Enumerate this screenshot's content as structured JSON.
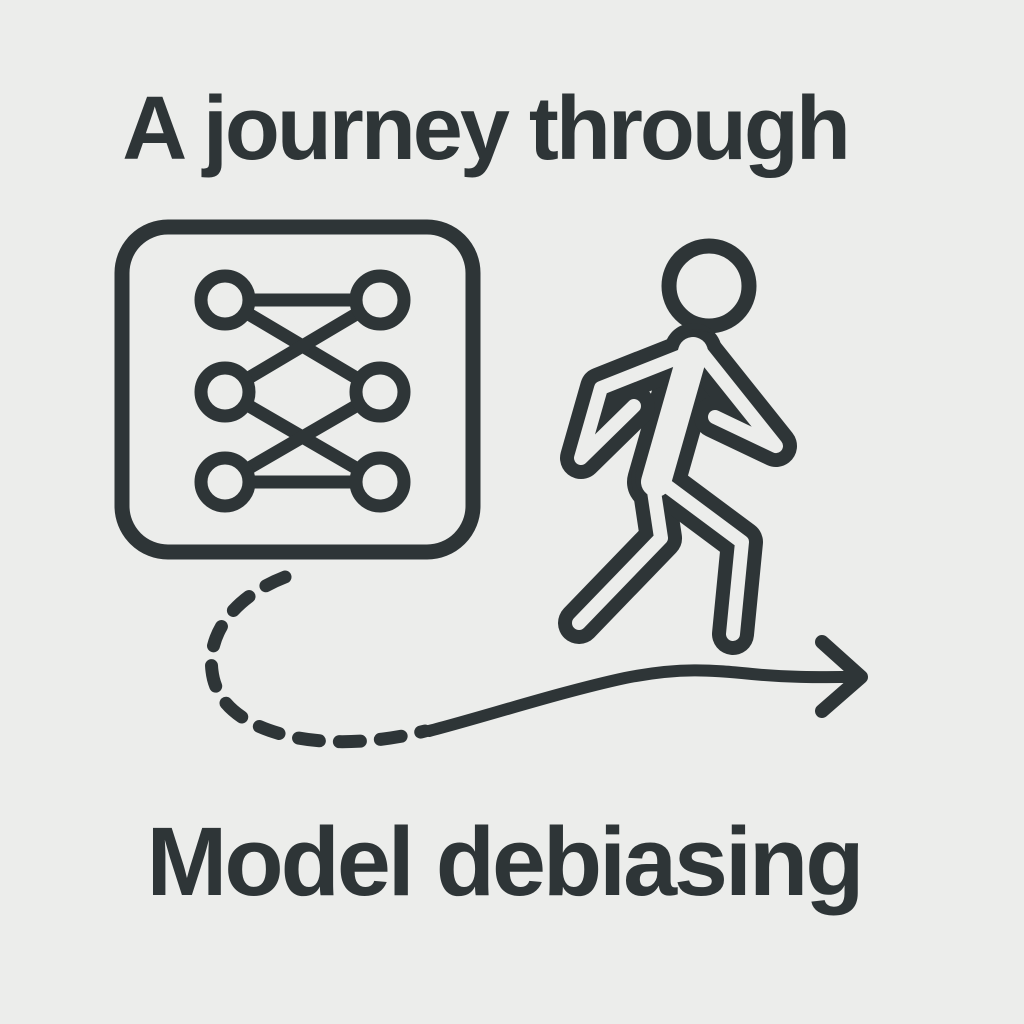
{
  "title": "A journey through",
  "caption": "Model debiasing",
  "colors": {
    "background": "#ecedeb",
    "ink": "#2e3537"
  },
  "illustration": {
    "neural_network_icon": {
      "icon": "neural-network-icon",
      "container": "rounded-square",
      "rows": 3,
      "columns": 2,
      "nodes": 6,
      "connections": [
        "top-left to top-right",
        "top-left to middle-right",
        "top-right to middle-left",
        "middle-left to bottom-right",
        "middle-right to bottom-left",
        "bottom-left to bottom-right"
      ]
    },
    "walking_person_icon": {
      "icon": "walking-person-icon",
      "style": "outline"
    },
    "journey_path": {
      "icon": "dashed-path",
      "description": "dashed curved loop from neural network box merging into solid line"
    },
    "arrow": {
      "icon": "arrow-right-icon",
      "direction": "right"
    }
  }
}
